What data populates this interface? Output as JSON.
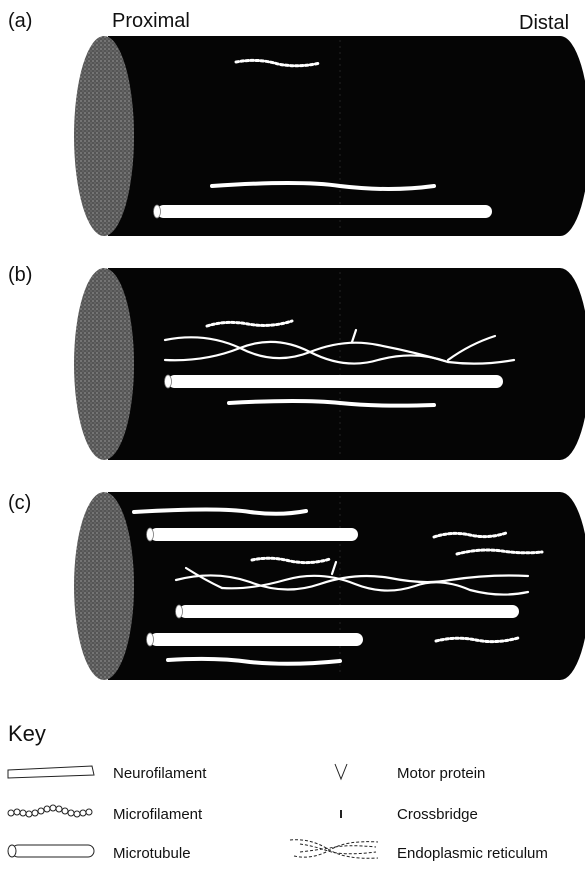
{
  "header": {
    "proximal": "Proximal",
    "distal": "Distal"
  },
  "panels": [
    {
      "label": "(a)"
    },
    {
      "label": "(b)"
    },
    {
      "label": "(c)"
    }
  ],
  "key": {
    "title": "Key",
    "items": [
      {
        "label": "Neurofilament",
        "icon": "neurofilament-icon"
      },
      {
        "label": "Microfilament",
        "icon": "microfilament-icon"
      },
      {
        "label": "Microtubule",
        "icon": "microtubule-icon"
      },
      {
        "label": "Motor protein",
        "icon": "motor-protein-icon"
      },
      {
        "label": "Crossbridge",
        "icon": "crossbridge-icon"
      },
      {
        "label": "Endoplasmic reticulum",
        "icon": "endoplasmic-reticulum-icon"
      }
    ]
  }
}
